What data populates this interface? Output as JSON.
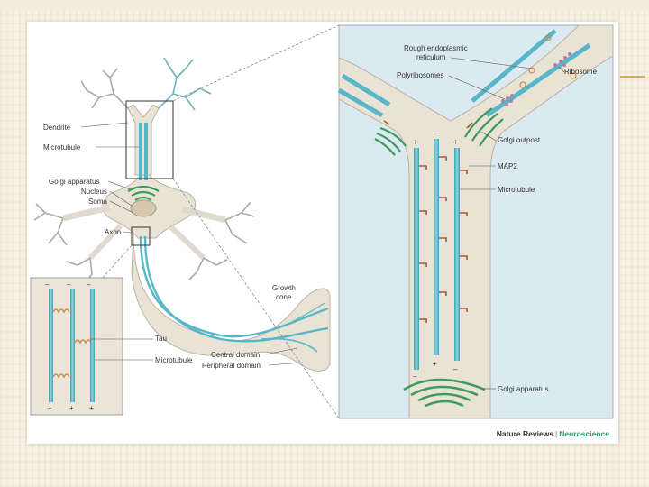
{
  "labels": {
    "dendrite": "Dendrite",
    "microtubule_left": "Microtubule",
    "golgi_apparatus_left": "Golgi apparatus",
    "nucleus": "Nucleus",
    "soma": "Soma",
    "axon": "Axon",
    "growth_cone_1": "Growth",
    "growth_cone_2": "cone",
    "central_domain": "Central domain",
    "peripheral_domain": "Peripheral domain",
    "tau": "Tau",
    "microtubule_inset": "Microtubule",
    "rough_er_1": "Rough endoplasmic",
    "rough_er_2": "reticulum",
    "polyribosomes": "Polyribosomes",
    "ribosome": "Ribosome",
    "golgi_outpost": "Golgi outpost",
    "map2": "MAP2",
    "microtubule_right": "Microtubule",
    "golgi_apparatus_right": "Golgi apparatus"
  },
  "polarity": {
    "minus": "–",
    "plus": "+"
  },
  "credit": {
    "publisher": "Nature Reviews",
    "separator": "|",
    "journal": "Neuroscience"
  },
  "colors": {
    "microtubule": "#57b7c9",
    "cell": "#e9e3d6",
    "golgi": "#3f9a5d",
    "map2": "#a35a34",
    "tau": "#c8894a",
    "nucleus": "#d5c9ad",
    "right_bg": "#dbe9f1",
    "dendrite_teal": "#6fb1bd",
    "dendrite_grey": "#aaaaaa"
  }
}
